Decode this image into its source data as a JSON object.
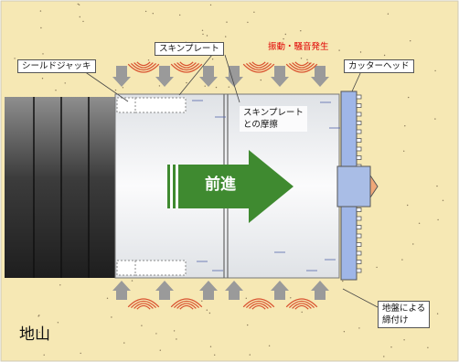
{
  "labels": {
    "shield_jack": "シールドジャッキ",
    "skin_plate": "スキンプレート",
    "vibration_noise": "振動・騒音発生",
    "cutter_head": "カッターヘッド",
    "skin_plate_friction_line1": "スキンプレート",
    "skin_plate_friction_line2": "との摩擦",
    "advance": "前進",
    "ground_tightening_line1": "地盤による",
    "ground_tightening_line2": "締付け",
    "ground": "地山"
  },
  "colors": {
    "ground_fill": "#f6e8b4",
    "arrow_green": "#3f8a30",
    "cutter_blue": "#9fb6e8",
    "wave_red": "#d9502e",
    "alert_text": "#e00000",
    "gray_arrow": "#9a9a9a"
  }
}
